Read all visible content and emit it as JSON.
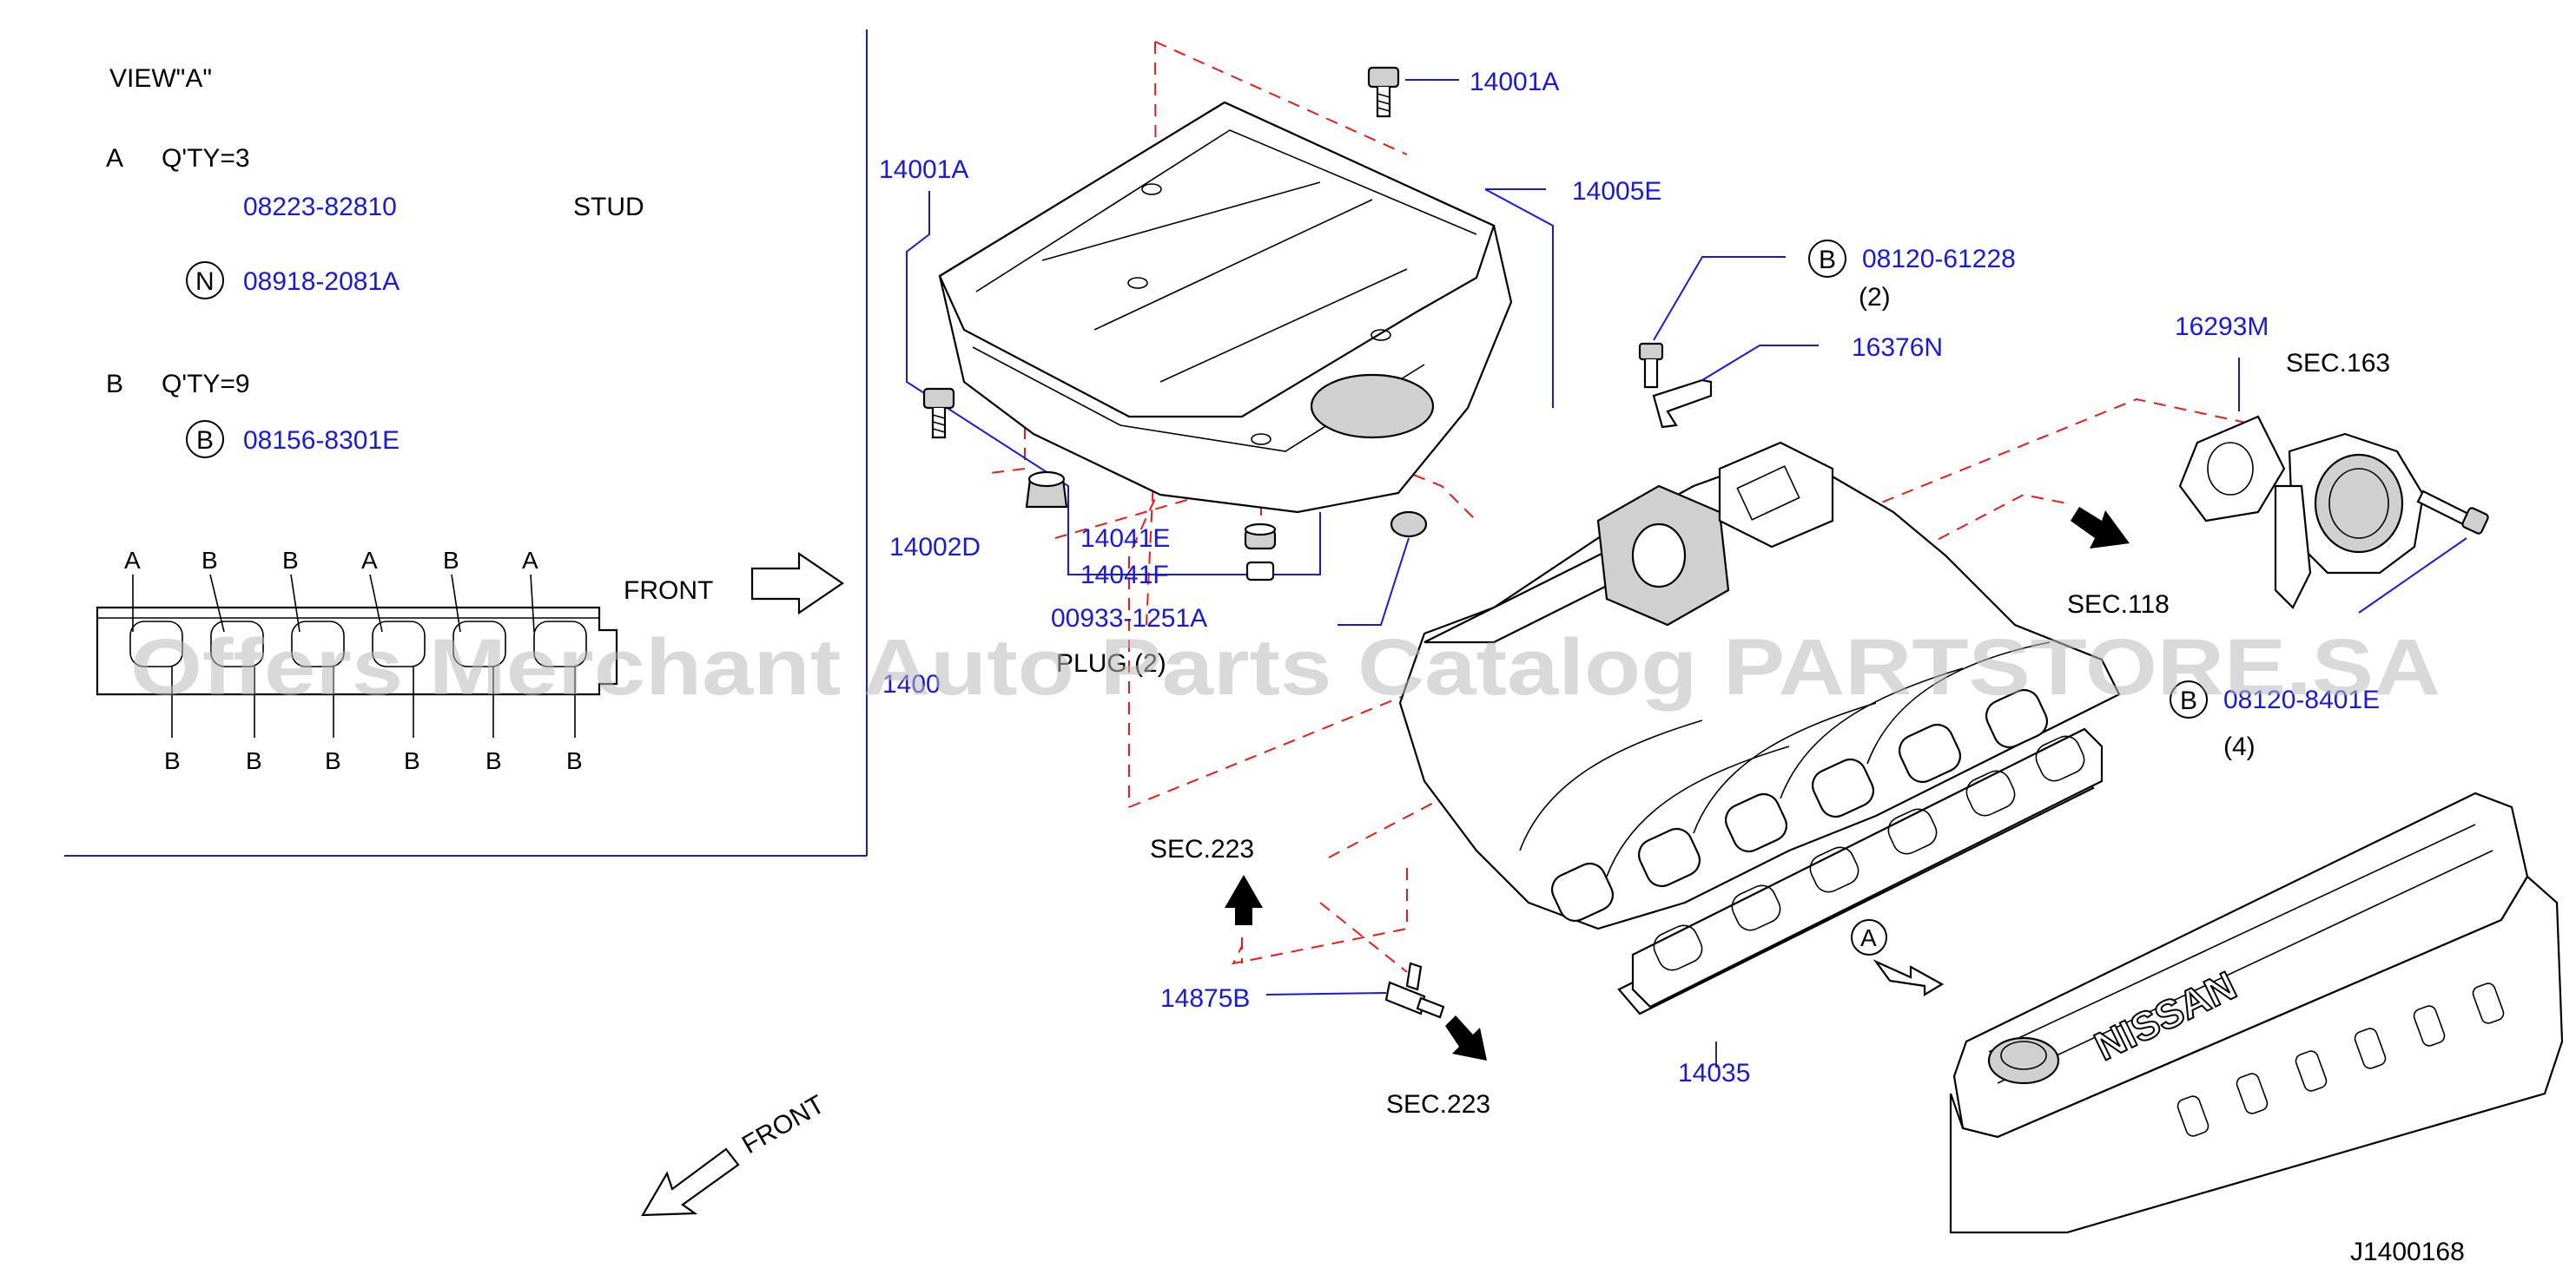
{
  "view_panel": {
    "title": "VIEW\"A\"",
    "group_a": {
      "letter": "A",
      "qty": "Q'TY=3",
      "stud_part": "08223-82810",
      "stud_label": "STUD",
      "nut_symbol": "N",
      "nut_part": "08918-2081A"
    },
    "group_b": {
      "letter": "B",
      "qty": "Q'TY=9",
      "bolt_symbol": "B",
      "bolt_part": "08156-8301E"
    },
    "top_markers": [
      "A",
      "B",
      "B",
      "A",
      "B",
      "A"
    ],
    "bottom_markers": [
      "B",
      "B",
      "B",
      "B",
      "B",
      "B"
    ],
    "front_label": "FRONT"
  },
  "callouts": {
    "p14001A_top": "14001A",
    "p14001A_left": "14001A",
    "p14005E": "14005E",
    "p14002D": "14002D",
    "p14041E": "14041E",
    "p14041F": "14041F",
    "p00933": "00933-1251A",
    "plug_label": "PLUG (2)",
    "p1400x": "1400",
    "b_symbol_1": "B",
    "p08120_61228": "08120-61228",
    "qty_2": "(2)",
    "p16376N": "16376N",
    "p16293M": "16293M",
    "sec163": "SEC.163",
    "sec118": "SEC.118",
    "b_symbol_2": "B",
    "p08120_8401E": "08120-8401E",
    "qty_4": "(4)",
    "sec223_top": "SEC.223",
    "p14875B": "14875B",
    "sec223_bottom": "SEC.223",
    "p14035": "14035",
    "view_a_marker": "A",
    "front_bottom": "FRONT",
    "engine_logo": "NISSAN",
    "diagram_id": "J1400168"
  },
  "watermark": "Offers Merchant Auto Parts Catalog PARTSTORE.SA",
  "colors": {
    "part_number_blue": "#1a1ad6",
    "dash_red": "#e51c1c",
    "line_black": "#000000"
  }
}
